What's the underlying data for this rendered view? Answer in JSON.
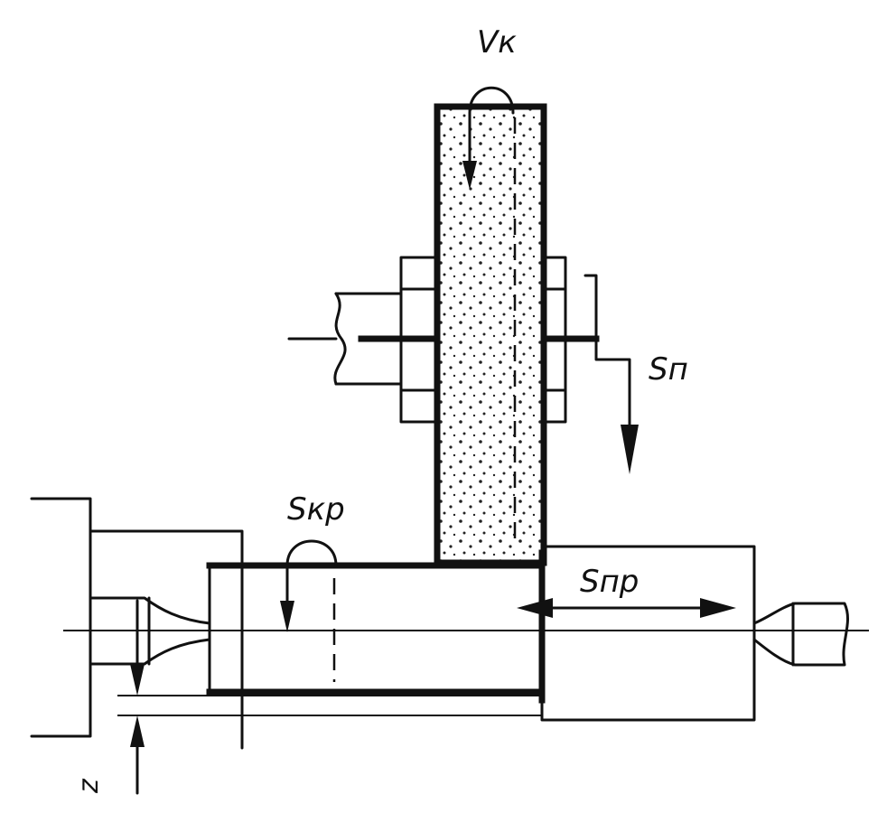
{
  "labels": {
    "wheel_speed": "Vк",
    "plunge_feed": "Sп",
    "work_rotation_feed": "Sкр",
    "longitudinal_feed": "Sпр",
    "allowance": "z"
  }
}
